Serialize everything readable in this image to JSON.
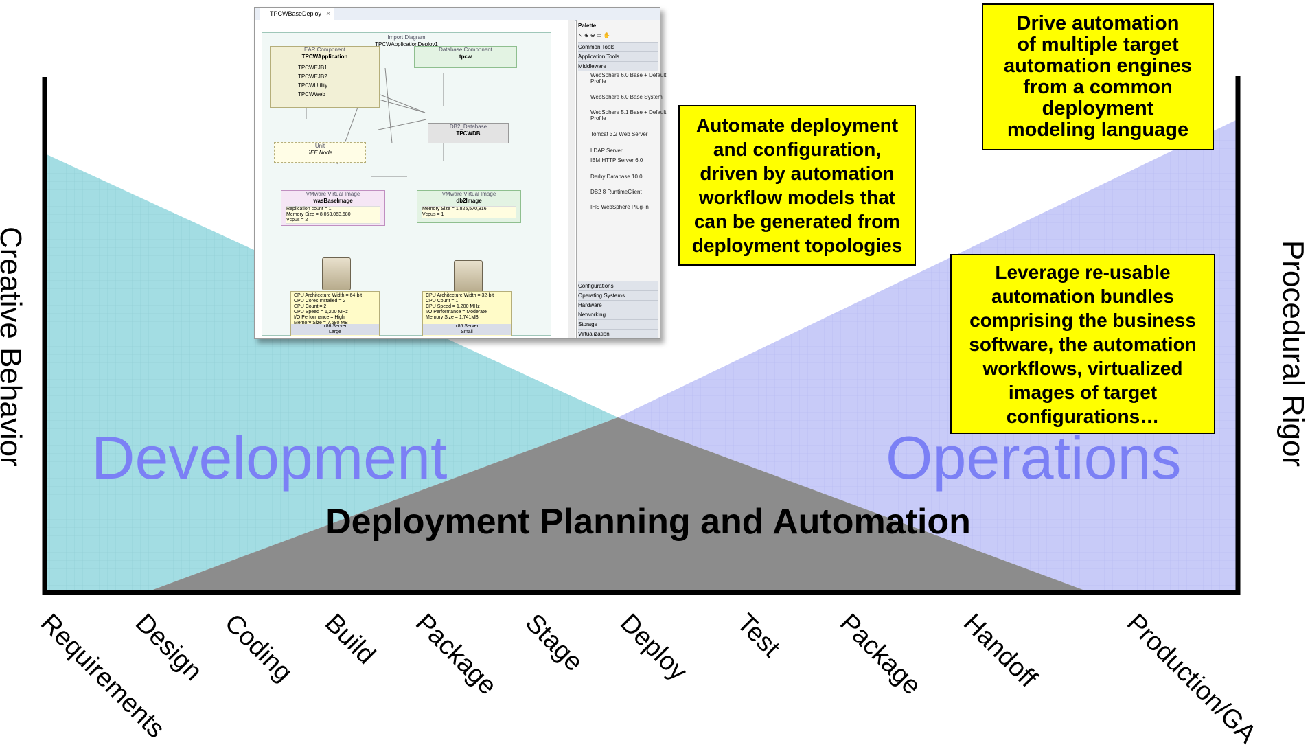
{
  "axis": {
    "left_label": "Creative Behavior",
    "right_label": "Procedural Rigor"
  },
  "regions": {
    "development": "Development",
    "operations": "Operations",
    "center": "Deployment Planning and Automation"
  },
  "phases": [
    "Requirements",
    "Design",
    "Coding",
    "Build",
    "Package",
    "Stage",
    "Deploy",
    "Test",
    "Package",
    "Handoff",
    "Production/GA"
  ],
  "callouts": {
    "drive": [
      "Drive automation",
      "of multiple target",
      "automation engines",
      "from a common",
      "deployment",
      "modeling language"
    ],
    "automate": [
      "Automate deployment",
      "and configuration,",
      "driven by automation",
      "workflow models that",
      "can be generated from",
      "deployment topologies"
    ],
    "leverage": [
      "Leverage re-usable",
      "automation bundles",
      "comprising the business",
      "software, the automation",
      "workflows, virtualized",
      "images of target",
      "configurations…"
    ]
  },
  "colors": {
    "development_fill": "#a3dde3",
    "operations_fill": "#c8cbf8",
    "center_fill": "#8c8c8c",
    "label_blue": "#7b80f5",
    "callout_fill": "#ffff00"
  },
  "screenshot": {
    "tab": "TPCWBaseDeploy",
    "import_header": "Import Diagram",
    "import_name": "TPCWApplicationDeploy1",
    "ear": {
      "header": "EAR Component",
      "name": "TPCWApplication",
      "items": [
        "TPCWEJB1",
        "TPCWEJB2",
        "TPCWUtility",
        "TPCWWeb"
      ]
    },
    "db_comp": {
      "header": "Database Component",
      "name": "tpcw"
    },
    "db2": {
      "header": "DB2_Database",
      "name": "TPCWDB"
    },
    "unit": {
      "header": "Unit",
      "name": "JEE Node"
    },
    "vm1": {
      "header": "VMware Virtual Image",
      "name": "wasBaseImage",
      "lines": [
        "Replication count = 1",
        "Memory Size = 8,053,063,680",
        "Vcpus = 2"
      ]
    },
    "vm2": {
      "header": "VMware Virtual Image",
      "name": "db2Image",
      "lines": [
        "Memory Size = 1,825,570,816",
        "Vcpus = 1"
      ]
    },
    "server1": {
      "lines": [
        "CPU Architecture Width = 64-bit",
        "CPU Cores Installed = 2",
        "CPU Count = 2",
        "CPU Speed = 1,200 MHz",
        "I/O Performance = High",
        "Memory Size = 7,680 MB"
      ],
      "type": "x86 Server",
      "size": "Large"
    },
    "server2": {
      "lines": [
        "CPU Architecture Width = 32-bit",
        "CPU Count = 1",
        "CPU Speed = 1,200 MHz",
        "I/O Performance = Moderate",
        "Memory Size = 1,741MB"
      ],
      "type": "x86 Server",
      "size": "Small"
    },
    "palette": {
      "title": "Palette",
      "groups_top": [
        "Common Tools",
        "Application Tools",
        "Middleware"
      ],
      "items": [
        "WebSphere 6.0 Base + Default Profile",
        "WebSphere 6.0 Base System",
        "WebSphere 5.1 Base + Default Profile",
        "Tomcat 3.2 Web Server",
        "LDAP Server",
        "IBM HTTP Server 6.0",
        "Derby Database 10.0",
        "DB2 8 RuntimeClient",
        "IHS WebSphere Plug-in"
      ],
      "groups_bottom": [
        "Configurations",
        "Operating Systems",
        "Hardware",
        "Networking",
        "Storage",
        "Virtualization"
      ]
    }
  }
}
